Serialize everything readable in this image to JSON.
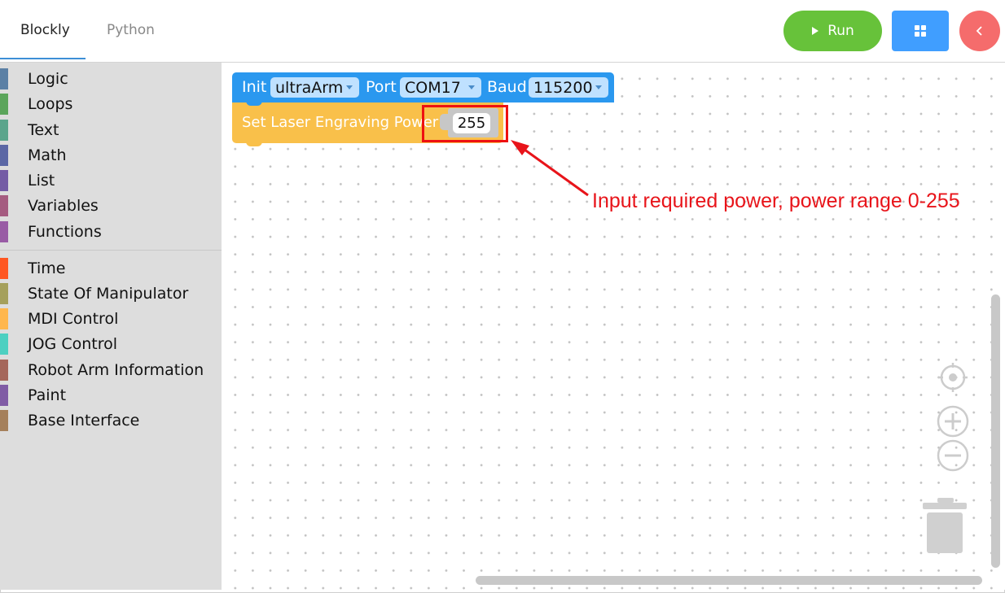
{
  "tabs": [
    {
      "label": "Blockly",
      "active": true
    },
    {
      "label": "Python",
      "active": false
    }
  ],
  "header_buttons": {
    "run_label": "Run",
    "run_icon": "play-icon",
    "grid_icon": "grid-icon",
    "back_icon": "chevron-left-icon",
    "colors": {
      "run": "#67c23a",
      "grid": "#409eff",
      "back": "#f56c6c"
    }
  },
  "toolbox": {
    "group1": [
      {
        "label": "Logic",
        "color": "#5b80a5"
      },
      {
        "label": "Loops",
        "color": "#5ba55b"
      },
      {
        "label": "Text",
        "color": "#5ba58c"
      },
      {
        "label": "Math",
        "color": "#5b67a5"
      },
      {
        "label": "List",
        "color": "#745ba5"
      },
      {
        "label": "Variables",
        "color": "#a55b80"
      },
      {
        "label": "Functions",
        "color": "#995ba5"
      }
    ],
    "group2": [
      {
        "label": "Time",
        "color": "#ff5722"
      },
      {
        "label": "State Of Manipulator",
        "color": "#a5a05b"
      },
      {
        "label": "MDI Control",
        "color": "#ffb74d"
      },
      {
        "label": "JOG Control",
        "color": "#4dd0c1"
      },
      {
        "label": "Robot Arm Information",
        "color": "#a5675b"
      },
      {
        "label": "Paint",
        "color": "#805ba5"
      },
      {
        "label": "Base Interface",
        "color": "#a5805b"
      }
    ]
  },
  "blocks": {
    "init": {
      "label_init": "Init",
      "device": "ultraArm",
      "label_port": "Port",
      "port": "COM17",
      "label_baud": "Baud",
      "baud": "115200",
      "color": "#2a98ef"
    },
    "laser": {
      "label": "Set Laser Engraving Power",
      "value": "255",
      "color": "#f9c04a"
    }
  },
  "annotation": {
    "text": "Input required power, power range 0-255",
    "color": "#e8141a"
  },
  "workspace_controls": [
    "recenter-icon",
    "zoom-in-icon",
    "zoom-out-icon",
    "trash-icon"
  ]
}
